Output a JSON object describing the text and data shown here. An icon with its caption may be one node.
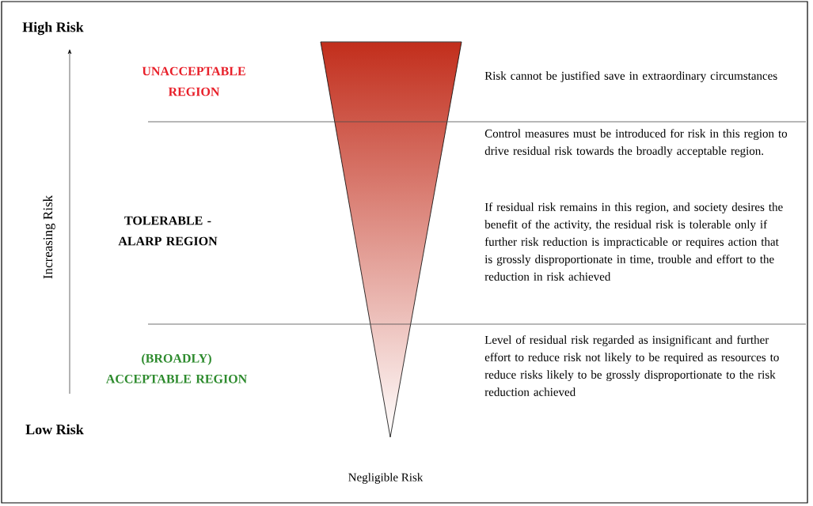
{
  "diagram": {
    "labels": [
      "High Risk",
      "Increasing Risk",
      "Low Risk",
      "UNACCEPTABLE REGION",
      "TOLERABLE - ALARP REGION",
      "(BROADLY) ACCEPTABLE REGION",
      "Risk cannot be justified save in extraordinary circumstances",
      "Control measures must be introduced for risk in this region to drive residual risk towards the broadly acceptable region.",
      "If residual risk remains in this region, and society desires the benefit of the activity, the residual risk is tolerable only if further risk reduction is impracticable or requires action that is grossly disproportionate in time, trouble and effort to the reduction in risk achieved",
      "Level of residual risk regarded as insignificant and further effort to reduce risk not likely to be required as resources to reduce risks likely to be grossly disproportionate to the risk reduction achieved",
      "Negligible Risk"
    ]
  }
}
